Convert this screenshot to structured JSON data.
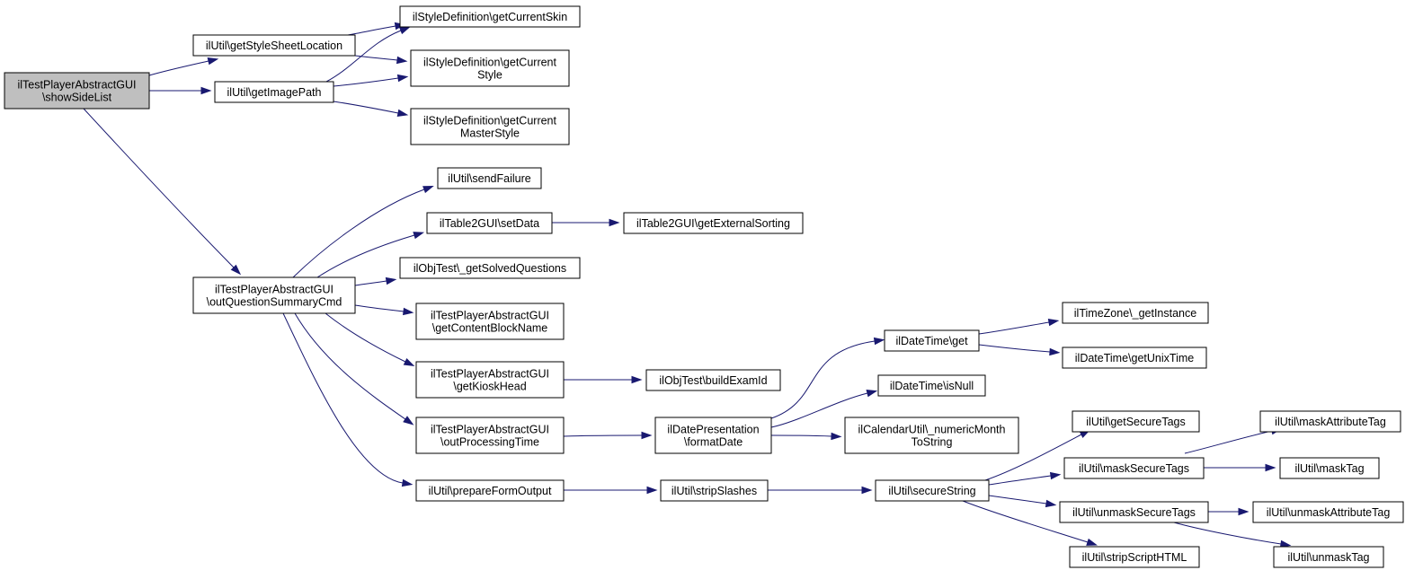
{
  "diagram": {
    "colors": {
      "node_fill": "#ffffff",
      "root_fill": "#bfbfbf",
      "border": "#000000",
      "edge": "#191970"
    },
    "nodes": [
      {
        "id": "n0",
        "lines": [
          "ilTestPlayerAbstractGUI",
          "\\showSideList"
        ],
        "root": true
      },
      {
        "id": "n1",
        "lines": [
          "ilUtil\\getStyleSheetLocation"
        ]
      },
      {
        "id": "n2",
        "lines": [
          "ilUtil\\getImagePath"
        ]
      },
      {
        "id": "n3",
        "lines": [
          "ilTestPlayerAbstractGUI",
          "\\outQuestionSummaryCmd"
        ]
      },
      {
        "id": "n4",
        "lines": [
          "ilStyleDefinition\\getCurrentSkin"
        ]
      },
      {
        "id": "n5",
        "lines": [
          "ilStyleDefinition\\getCurrent",
          "Style"
        ]
      },
      {
        "id": "n6",
        "lines": [
          "ilStyleDefinition\\getCurrent",
          "MasterStyle"
        ]
      },
      {
        "id": "n7",
        "lines": [
          "ilUtil\\sendFailure"
        ]
      },
      {
        "id": "n8",
        "lines": [
          "ilTable2GUI\\setData"
        ]
      },
      {
        "id": "n9",
        "lines": [
          "ilObjTest\\_getSolvedQuestions"
        ]
      },
      {
        "id": "n10",
        "lines": [
          "ilTestPlayerAbstractGUI",
          "\\getContentBlockName"
        ]
      },
      {
        "id": "n11",
        "lines": [
          "ilTestPlayerAbstractGUI",
          "\\getKioskHead"
        ]
      },
      {
        "id": "n12",
        "lines": [
          "ilTestPlayerAbstractGUI",
          "\\outProcessingTime"
        ]
      },
      {
        "id": "n13",
        "lines": [
          "ilUtil\\prepareFormOutput"
        ]
      },
      {
        "id": "n14",
        "lines": [
          "ilTable2GUI\\getExternalSorting"
        ]
      },
      {
        "id": "n15",
        "lines": [
          "ilObjTest\\buildExamId"
        ]
      },
      {
        "id": "n16",
        "lines": [
          "ilDatePresentation",
          "\\formatDate"
        ]
      },
      {
        "id": "n17",
        "lines": [
          "ilUtil\\stripSlashes"
        ]
      },
      {
        "id": "n18",
        "lines": [
          "ilDateTime\\get"
        ]
      },
      {
        "id": "n19",
        "lines": [
          "ilDateTime\\isNull"
        ]
      },
      {
        "id": "n20",
        "lines": [
          "ilCalendarUtil\\_numericMonth",
          "ToString"
        ]
      },
      {
        "id": "n21",
        "lines": [
          "ilUtil\\secureString"
        ]
      },
      {
        "id": "n22",
        "lines": [
          "ilTimeZone\\_getInstance"
        ]
      },
      {
        "id": "n23",
        "lines": [
          "ilDateTime\\getUnixTime"
        ]
      },
      {
        "id": "n24",
        "lines": [
          "ilUtil\\getSecureTags"
        ]
      },
      {
        "id": "n25",
        "lines": [
          "ilUtil\\maskSecureTags"
        ]
      },
      {
        "id": "n26",
        "lines": [
          "ilUtil\\unmaskSecureTags"
        ]
      },
      {
        "id": "n27",
        "lines": [
          "ilUtil\\stripScriptHTML"
        ]
      },
      {
        "id": "n28",
        "lines": [
          "ilUtil\\maskAttributeTag"
        ]
      },
      {
        "id": "n29",
        "lines": [
          "ilUtil\\maskTag"
        ]
      },
      {
        "id": "n30",
        "lines": [
          "ilUtil\\unmaskAttributeTag"
        ]
      },
      {
        "id": "n31",
        "lines": [
          "ilUtil\\unmaskTag"
        ]
      }
    ],
    "edges": [
      {
        "from": "n0",
        "to": "n1"
      },
      {
        "from": "n0",
        "to": "n2"
      },
      {
        "from": "n0",
        "to": "n3"
      },
      {
        "from": "n1",
        "to": "n4"
      },
      {
        "from": "n1",
        "to": "n5"
      },
      {
        "from": "n2",
        "to": "n4"
      },
      {
        "from": "n2",
        "to": "n5"
      },
      {
        "from": "n2",
        "to": "n6"
      },
      {
        "from": "n3",
        "to": "n7"
      },
      {
        "from": "n3",
        "to": "n8"
      },
      {
        "from": "n3",
        "to": "n9"
      },
      {
        "from": "n3",
        "to": "n10"
      },
      {
        "from": "n3",
        "to": "n11"
      },
      {
        "from": "n3",
        "to": "n12"
      },
      {
        "from": "n3",
        "to": "n13"
      },
      {
        "from": "n8",
        "to": "n14"
      },
      {
        "from": "n11",
        "to": "n15"
      },
      {
        "from": "n12",
        "to": "n16"
      },
      {
        "from": "n13",
        "to": "n17"
      },
      {
        "from": "n16",
        "to": "n18"
      },
      {
        "from": "n16",
        "to": "n19"
      },
      {
        "from": "n16",
        "to": "n20"
      },
      {
        "from": "n17",
        "to": "n21"
      },
      {
        "from": "n18",
        "to": "n22"
      },
      {
        "from": "n18",
        "to": "n23"
      },
      {
        "from": "n21",
        "to": "n24"
      },
      {
        "from": "n21",
        "to": "n25"
      },
      {
        "from": "n21",
        "to": "n26"
      },
      {
        "from": "n21",
        "to": "n27"
      },
      {
        "from": "n25",
        "to": "n28"
      },
      {
        "from": "n25",
        "to": "n29"
      },
      {
        "from": "n26",
        "to": "n30"
      },
      {
        "from": "n26",
        "to": "n31"
      }
    ]
  }
}
